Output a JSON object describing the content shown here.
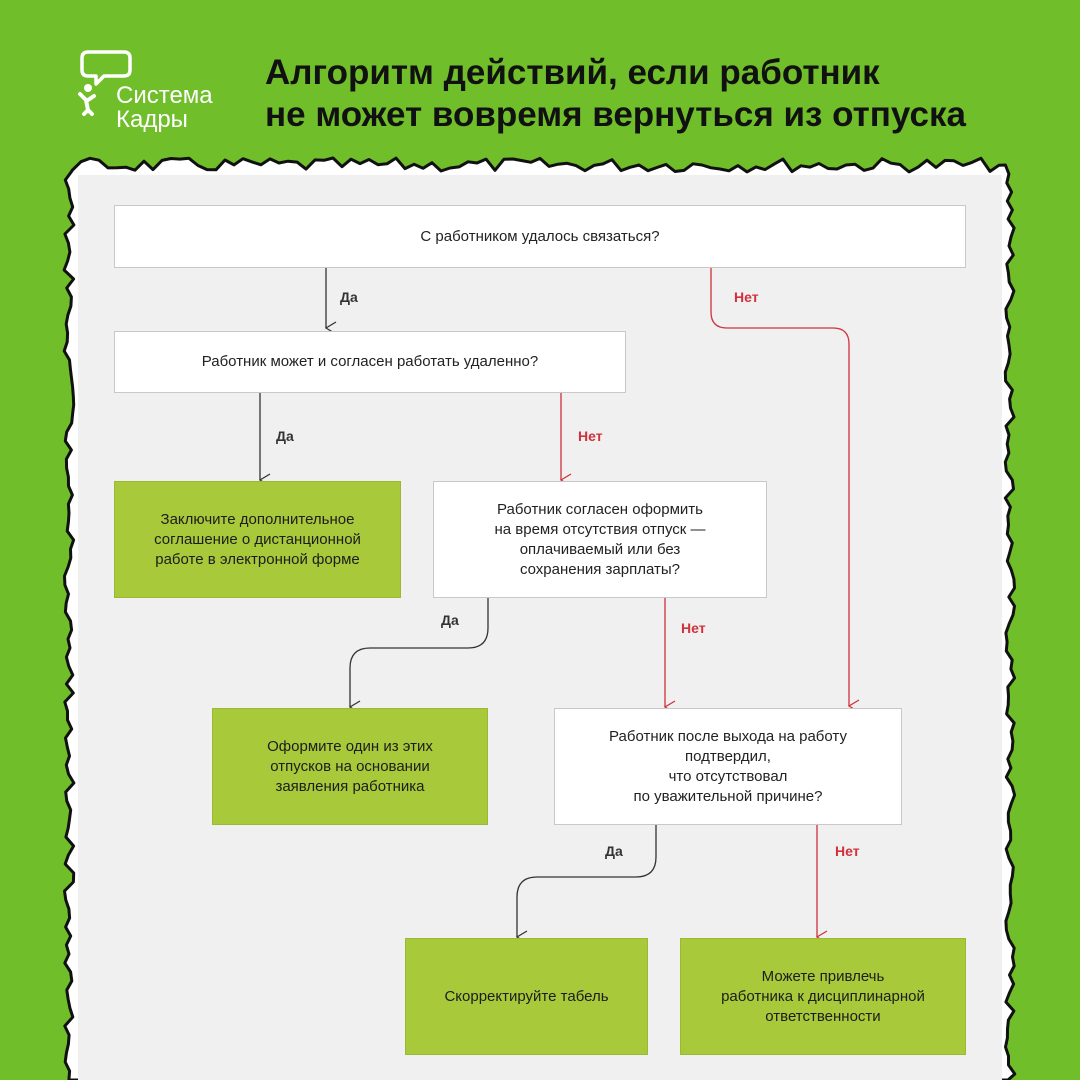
{
  "brand": {
    "name_line1": "Система",
    "name_line2": "Кадры",
    "logo_icon": "speech-bubble-person-icon"
  },
  "headline": {
    "line1": "Алгоритм действий, если работник",
    "line2": "не может вовремя вернуться из отпуска"
  },
  "colors": {
    "background": "#6fbe2a",
    "paper": "#f0f0f0",
    "answer_box": "#a8c93a",
    "yes_line": "#333333",
    "no_line": "#d0313b"
  },
  "flow": {
    "q1": "С работником удалось связаться?",
    "q2": "Работник может и согласен работать удаленно?",
    "a_remote": "Заключите дополнительное\nсоглашение о дистанционной\nработе в электронной форме",
    "q3": "Работник согласен оформить\nна время отсутствия отпуск —\nоплачиваемый или без\nсохранения зарплаты?",
    "a_leave": "Оформите один из этих\nотпусков на основании\nзаявления работника",
    "q4": "Работник после выхода на работу\nподтвердил,\nчто отсутствовал\nпо уважительной причине?",
    "a_timesheet": "Скорректируйте табель",
    "a_discipline": "Можете привлечь\nработника к дисциплинарной\nответственности",
    "yes": "Да",
    "no": "Нет"
  }
}
